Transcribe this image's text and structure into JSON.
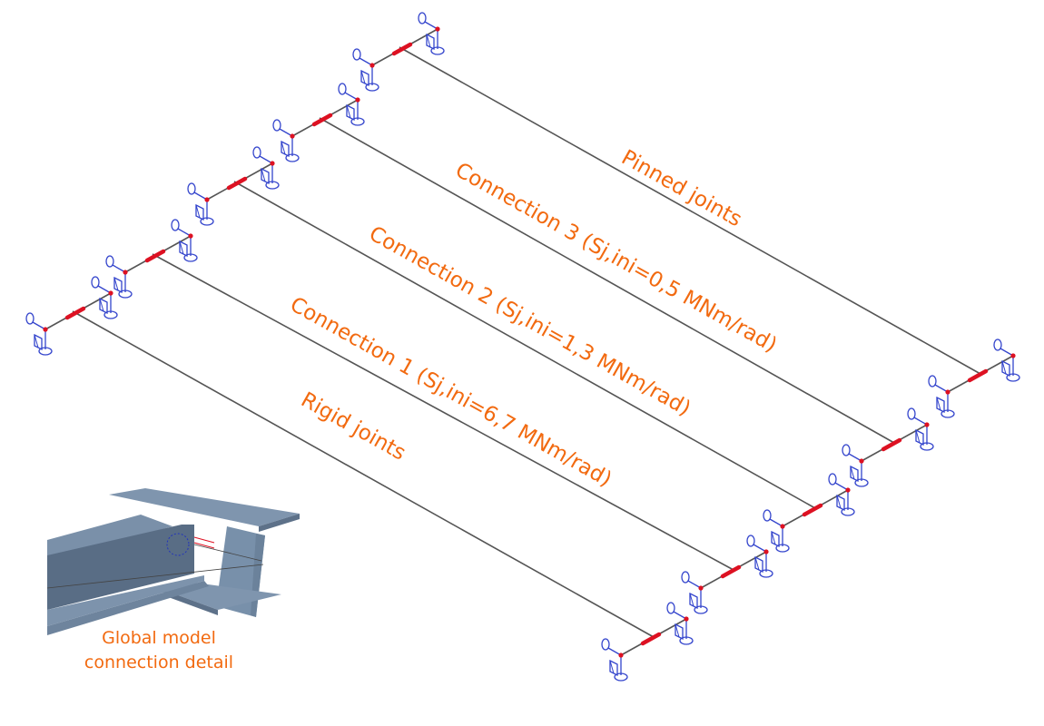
{
  "diagram": {
    "title": "Beam models with different joint stiffness",
    "beams": [
      {
        "id": "rigid",
        "label": "Rigid joints"
      },
      {
        "id": "connection-1",
        "label": "Connection 1 (Sj,ini=6,7 MNm/rad)"
      },
      {
        "id": "connection-2",
        "label": "Connection 2 (Sj,ini=1,3 MNm/rad)"
      },
      {
        "id": "connection-3",
        "label": "Connection 3 (Sj,ini=0,5 MNm/rad)"
      },
      {
        "id": "pinned",
        "label": "Pinned joints"
      }
    ],
    "detail": {
      "caption_line1": "Global model",
      "caption_line2": "connection detail"
    },
    "colors": {
      "label": "#f26a10",
      "beam_line": "#555555",
      "support": "#3344cc",
      "joint": "#dd1122",
      "steel": "#6f86a0"
    }
  }
}
